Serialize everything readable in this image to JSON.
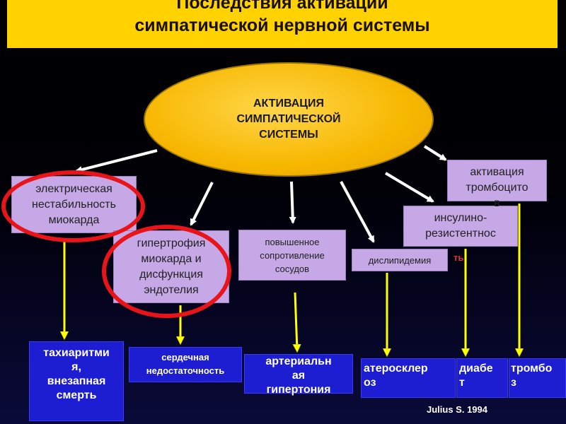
{
  "title": {
    "line1": "Последствия активации",
    "line2": "симпатической нервной системы"
  },
  "center": {
    "text": "АКТИВАЦИЯ\nСИМПАТИЧЕСКОЙ\nСИСТЕМЫ"
  },
  "effects": {
    "electrical": "электрическая\nнестабильность\nмиокарда",
    "hypertrophy": "гипертрофия\nмиокарда и\nдисфункция\nэндотелия",
    "resistance": "повышенное\nсопротивление\nсосудов",
    "dyslipidemia": "дислипидемия",
    "insulin": "инсулино-\nрезистентнос",
    "insulin_overflow": "ть",
    "platelet": "активация\nтромбоцито\nв"
  },
  "outcomes": {
    "tachy": "тахиаритми\nя,\nвнезапная\nсмерть",
    "heart_failure": "сердечная\nнедостаточность",
    "hypertension": "артериальн\nая\nгипертония",
    "atherosclerosis": "атеросклер\nоз",
    "diabetes": "диабе\nт",
    "thrombosis": "тромбо\nз"
  },
  "citation": "Julius S. 1994",
  "colors": {
    "title_bg": "#ffd200",
    "ellipse": "#f7b700",
    "effect_box": "#c6a8e6",
    "outcome_box": "#1d1dd1",
    "outcome_arrow": "#ffff00",
    "highlight_ring": "#e8141a"
  }
}
